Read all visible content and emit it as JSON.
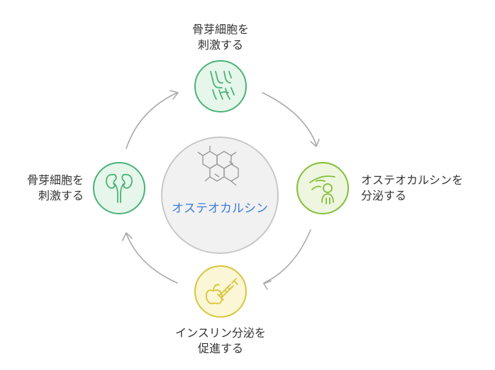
{
  "center": {
    "label": "オステオカルシン",
    "icon": "molecule-icon"
  },
  "nodes": [
    {
      "id": "top",
      "lines": [
        "骨芽細胞を",
        "刺激する"
      ],
      "icon": "knee-joint-icon",
      "color": "#4ab377",
      "fill": "#e6f6ea"
    },
    {
      "id": "right",
      "lines": [
        "オステオカルシンを",
        "分泌する"
      ],
      "icon": "hand-holding-figure-icon",
      "color": "#83be3a",
      "fill": "#eef6df"
    },
    {
      "id": "bottom",
      "lines": [
        "インスリン分泌を",
        "促進する"
      ],
      "icon": "apple-syringe-icon",
      "color": "#d9c53a",
      "fill": "#faf6d6"
    },
    {
      "id": "left",
      "lines": [
        "骨芽細胞を",
        "刺激する"
      ],
      "icon": "kidney-icon",
      "color": "#4ab377",
      "fill": "#e6f6ea"
    }
  ],
  "colors": {
    "center_fill": "#f1f1f1",
    "center_stroke": "#c8c8c8",
    "center_text": "#3b7fd8",
    "arrow": "#a9a9a9"
  }
}
